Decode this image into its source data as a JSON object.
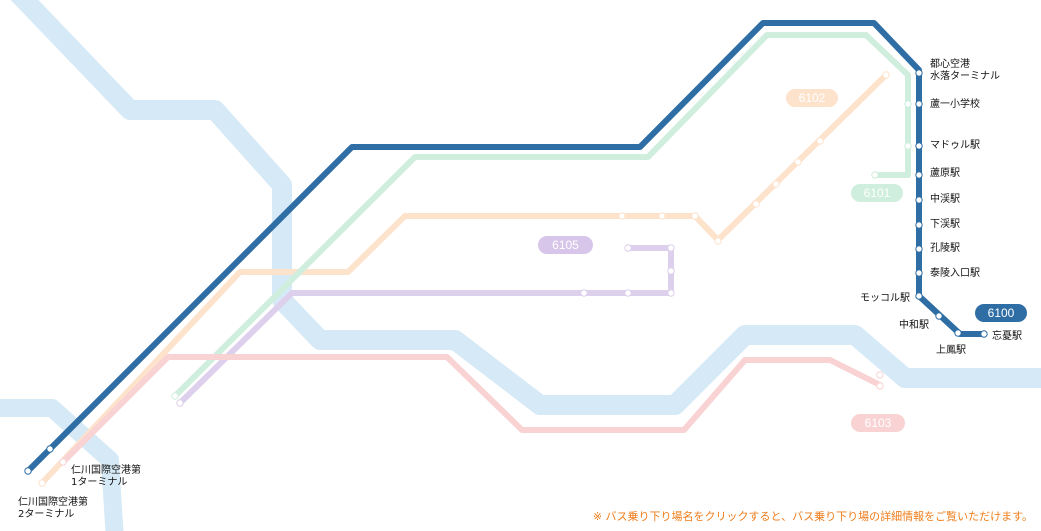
{
  "colors": {
    "river": "#d6e9f6",
    "line_6100": "#2e6ea5",
    "line_6101": "#cfeedd",
    "line_6102": "#fde2cc",
    "line_6103": "#f9d3d3",
    "line_6105": "#ddd0ec",
    "badge_6100": "#2e6ea5",
    "badge_6101": "#cfeedd",
    "badge_6102": "#fde2cc",
    "badge_6103": "#f9d3d3",
    "badge_6105": "#d7c6ea",
    "notice": "#ef7d1b"
  },
  "routes": {
    "r6100": "6100",
    "r6101": "6101",
    "r6102": "6102",
    "r6103": "6103",
    "r6105": "6105"
  },
  "stations": {
    "toshin_line1": "都心空港",
    "toshin_line2": "水落ターミナル",
    "ashi_ichi": "蘆一小学校",
    "madoru": "マドゥル駅",
    "ashihara": "蘆原駅",
    "nakakei": "中渓駅",
    "shimokei": "下渓駅",
    "koryo": "孔陵駅",
    "tairyo": "泰陵入口駅",
    "mokkoru": "モッコル駅",
    "chuwa": "中和駅",
    "joho": "上鳳駅",
    "boyu": "忘憂駅",
    "t1_line1": "仁川国際空港第",
    "t1_line2": "1ターミナル",
    "t2_line1": "仁川国際空港第",
    "t2_line2": "2ターミナル"
  },
  "notice": "※ バス乗り下り場名をクリックすると、バス乗り下り場の詳細情報をご覧いただけます。"
}
